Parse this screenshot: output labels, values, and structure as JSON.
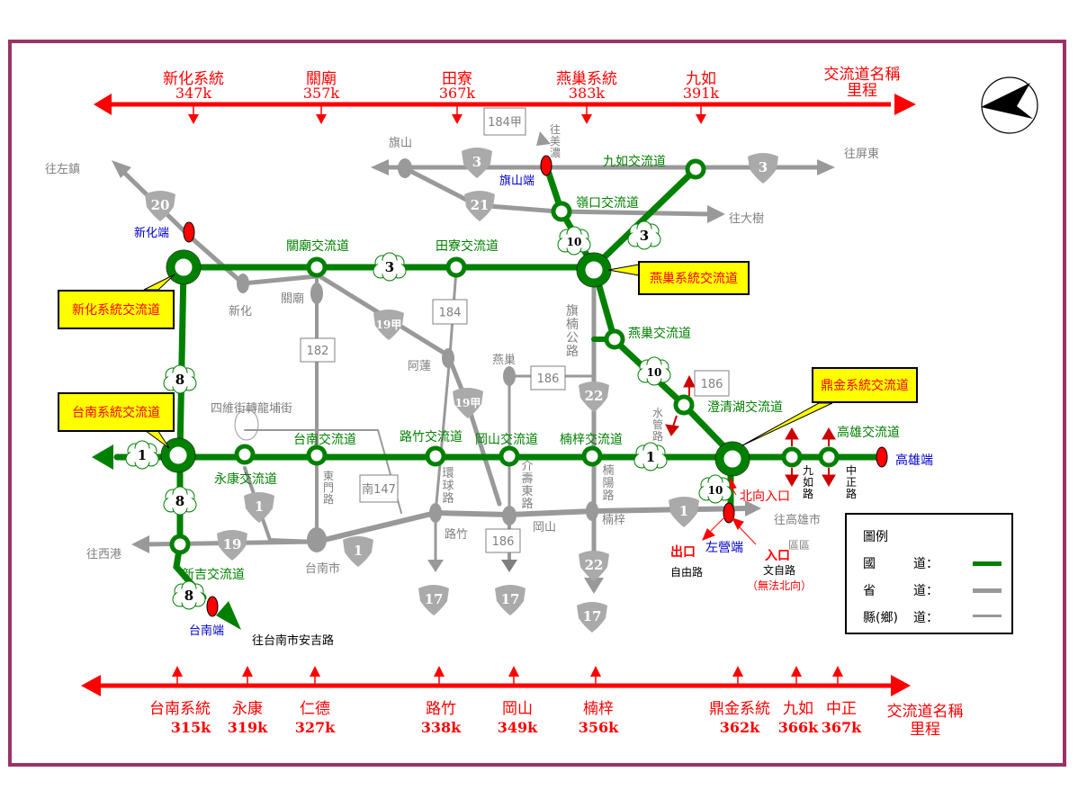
{
  "title": "國道1號 / 國道3號 / 國道8號 / 國道10號 交流道示意圖",
  "colors": {
    "frame": "#993366",
    "freeway": "#008000",
    "provincial": "#999999",
    "county": "#999999",
    "mileage_bar": "#ff0000",
    "terminal_marker": "#ff0000",
    "callout_bg": "#ffff00",
    "callout_text": "#ff0000",
    "terminal_label": "#0000cc",
    "interchange_label": "#008000",
    "place_label": "#808080"
  },
  "top_mileage_bar": {
    "direction": "both",
    "stops": [
      {
        "name": "新化系統",
        "km": "347k"
      },
      {
        "name": "關廟",
        "km": "357k"
      },
      {
        "name": "田寮",
        "km": "367k"
      },
      {
        "name": "燕巢系統",
        "km": "383k"
      },
      {
        "name": "九如",
        "km": "391k"
      }
    ],
    "caption_line1": "交流道名稱",
    "caption_line2": "里程"
  },
  "bottom_mileage_bar": {
    "direction": "both",
    "stops": [
      {
        "name": "台南系統",
        "km": "315k"
      },
      {
        "name": "永康",
        "km": "319k"
      },
      {
        "name": "仁德",
        "km": "327k"
      },
      {
        "name": "路竹",
        "km": "338k"
      },
      {
        "name": "岡山",
        "km": "349k"
      },
      {
        "name": "楠梓",
        "km": "356k"
      },
      {
        "name": "鼎金系統",
        "km": "362k"
      },
      {
        "name": "九如",
        "km": "366k"
      },
      {
        "name": "中正",
        "km": "367k"
      }
    ],
    "caption_line1": "交流道名稱",
    "caption_line2": "里程"
  },
  "compass": {
    "icon": "north-arrow-icon",
    "points": "west"
  },
  "callouts": {
    "xinhua": "新化系統交流道",
    "yanchao": "燕巢系統交流道",
    "tainan": "台南系統交流道",
    "dingjin": "鼎金系統交流道"
  },
  "interchanges": {
    "guanmiao": "關廟交流道",
    "tianliao": "田寮交流道",
    "jiuru_3": "九如交流道",
    "lingkou": "嶺口交流道",
    "yanchao": "燕巢交流道",
    "chengqinghu": "澄清湖交流道",
    "gaoxiong": "高雄交流道",
    "yongkang": "永康交流道",
    "tainan": "台南交流道",
    "luzhu": "路竹交流道",
    "gangshan": "岡山交流道",
    "nanzi": "楠梓交流道",
    "xinji": "新吉交流道"
  },
  "terminals": {
    "xinhua": "新化端",
    "qishan": "旗山端",
    "tainan": "台南端",
    "zuoying": "左營端",
    "gaoxiong": "高雄端"
  },
  "freeway_shields": {
    "n1_west": "1",
    "n1_east": "1",
    "n3_west": "3",
    "n3_ne": "3",
    "n8_north": "8",
    "n8_south": "8",
    "n8_end": "8",
    "n10_a": "10",
    "n10_b": "10",
    "n10_c": "10"
  },
  "provincial_shields": {
    "p20": "20",
    "p3_west": "3",
    "p3_east": "3",
    "p21": "21",
    "p19a_1": "19甲",
    "p19a_2": "19甲",
    "p22_1": "22",
    "p22_2": "22",
    "p1_a": "1",
    "p1_b": "1",
    "p1_c": "1",
    "p19": "19",
    "p17_a": "17",
    "p17_b": "17",
    "p17_c": "17"
  },
  "county_roads": {
    "r184a": "184甲",
    "r184": "184",
    "r182": "182",
    "r186_a": "186",
    "r186_b": "186",
    "r186_c": "186",
    "rnan147": "南147"
  },
  "places": {
    "to_zuozhen": "往左鎮",
    "qishan": "旗山",
    "to_meinong": "往美濃",
    "to_pingtung": "往屏東",
    "to_dashu": "往大樹",
    "xinhua": "新化",
    "guanmiao": "關廟",
    "alian": "阿蓮",
    "yanchao": "燕巢",
    "qinan_road": "旗楠公路",
    "shuiguan_road": "水管路",
    "siwei": "四維街轉龍埔街",
    "dongmen_road": "東門路",
    "huanqiu_road": "環球路",
    "jieshou_e_road": "介壽東路",
    "nanyang_road": "楠陽路",
    "luzhu": "路竹",
    "gangshan": "岡山",
    "nanzi": "楠梓",
    "tainan_city": "台南市",
    "to_xigang": "往西港",
    "to_anji": "往台南市安吉路",
    "to_kaohsiung_city": "往高雄市",
    "district": "區區",
    "jiuru_road": "九如路",
    "zhongzheng_road": "中正路"
  },
  "zuoying_notes": {
    "exit_label": "出口",
    "exit_road": "自由路",
    "entry_label": "入口",
    "entry_road": "文自路",
    "entry_note": "（無法北向）",
    "north_entry": "北向入口"
  },
  "legend": {
    "title": "圖例",
    "items": [
      {
        "a": "國",
        "b": "道：",
        "type": "freeway"
      },
      {
        "a": "省",
        "b": "道：",
        "type": "provincial"
      },
      {
        "a": "縣(鄉)",
        "b": "道：",
        "type": "county"
      }
    ]
  }
}
